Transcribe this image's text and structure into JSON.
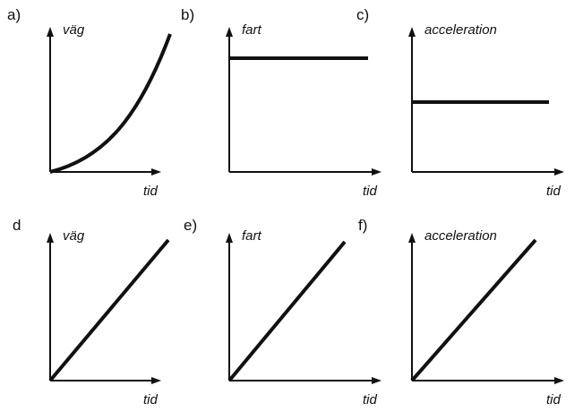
{
  "panels": [
    {
      "label": "a)",
      "ylabel": "väg",
      "xlabel": "tid",
      "curve": "quadratic-increasing"
    },
    {
      "label": "b)",
      "ylabel": "fart",
      "xlabel": "tid",
      "curve": "constant-high"
    },
    {
      "label": "c)",
      "ylabel": "acceleration",
      "xlabel": "tid",
      "curve": "constant-mid"
    },
    {
      "label": "d",
      "ylabel": "väg",
      "xlabel": "tid",
      "curve": "linear-increasing"
    },
    {
      "label": "e)",
      "ylabel": "fart",
      "xlabel": "tid",
      "curve": "linear-increasing"
    },
    {
      "label": "f)",
      "ylabel": "acceleration",
      "xlabel": "tid",
      "curve": "linear-increasing"
    }
  ],
  "colors": {
    "ink": "#111111",
    "background": "#ffffff"
  }
}
